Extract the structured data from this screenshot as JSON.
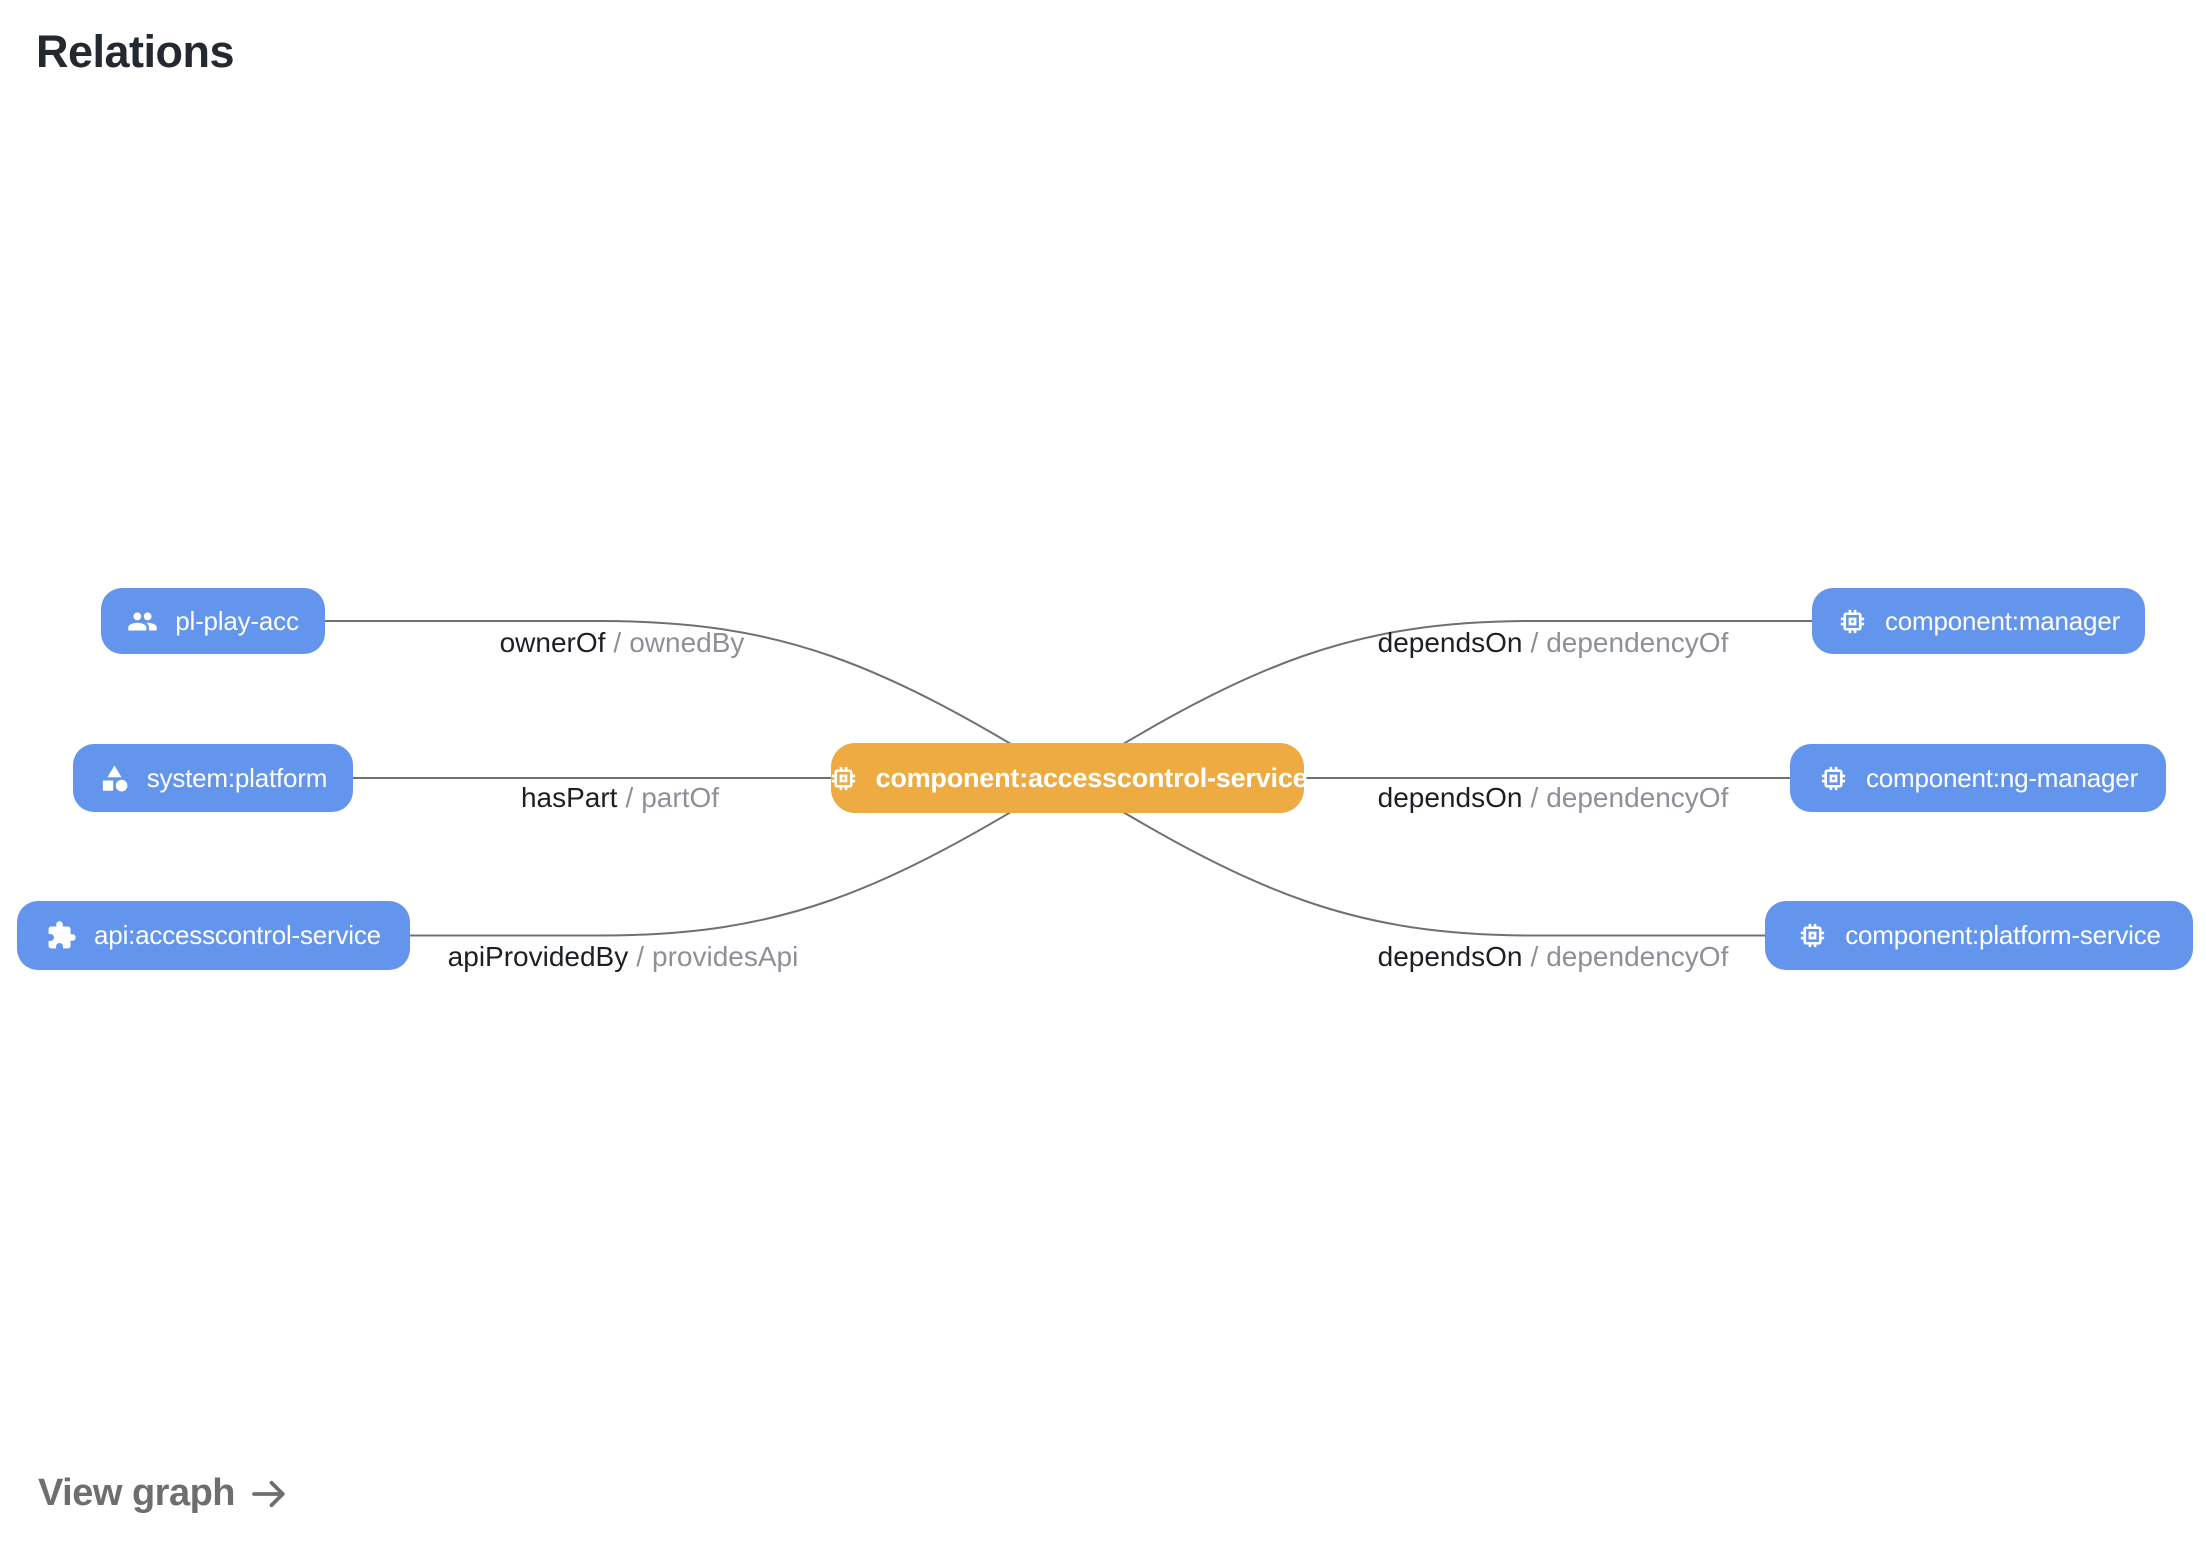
{
  "title": "Relations",
  "separator": "/",
  "colors": {
    "node_blue": "#6495ed",
    "node_orange": "#eeab41",
    "edge": "#707070",
    "label_primary": "#1c2025",
    "label_secondary": "#8d9197",
    "title": "#24292f",
    "link": "#6e6e6e"
  },
  "nodes": {
    "center": {
      "label": "component:accesscontrol-service",
      "icon": "memory-chip-icon"
    },
    "left": [
      {
        "label": "pl-play-acc",
        "icon": "group-icon"
      },
      {
        "label": "system:platform",
        "icon": "category-shapes-icon"
      },
      {
        "label": "api:accesscontrol-service",
        "icon": "puzzle-extension-icon"
      }
    ],
    "right": [
      {
        "label": "component:manager",
        "icon": "memory-chip-icon"
      },
      {
        "label": "component:ng-manager",
        "icon": "memory-chip-icon"
      },
      {
        "label": "component:platform-service",
        "icon": "memory-chip-icon"
      }
    ]
  },
  "edges": {
    "left": [
      {
        "forward": "ownerOf",
        "reverse": "ownedBy"
      },
      {
        "forward": "hasPart",
        "reverse": "partOf"
      },
      {
        "forward": "apiProvidedBy",
        "reverse": "providesApi"
      }
    ],
    "right": [
      {
        "forward": "dependsOn",
        "reverse": "dependencyOf"
      },
      {
        "forward": "dependsOn",
        "reverse": "dependencyOf"
      },
      {
        "forward": "dependsOn",
        "reverse": "dependencyOf"
      }
    ]
  },
  "footer": {
    "view_graph": "View graph"
  }
}
